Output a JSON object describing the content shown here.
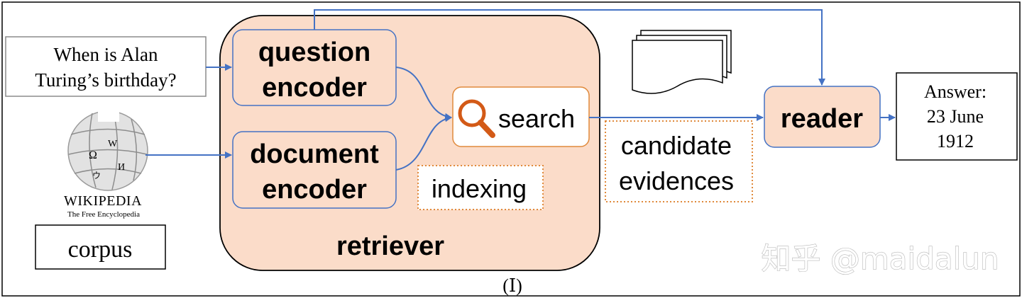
{
  "question_box": {
    "line1": "When is Alan",
    "line2": "Turing’s birthday?"
  },
  "wikipedia_logo": {
    "wordmark": "WIKIPEDIA",
    "tagline": "The Free Encyclopedia"
  },
  "corpus_label": "corpus",
  "retriever": {
    "label": "retriever",
    "question_encoder": {
      "line1": "question",
      "line2": "encoder"
    },
    "document_encoder": {
      "line1": "document",
      "line2": "encoder"
    },
    "search_label": "search",
    "indexing_label": "indexing"
  },
  "candidate_evidences": {
    "line1": "candidate",
    "line2": "evidences"
  },
  "reader_label": "reader",
  "answer_box": {
    "line1": "Answer:",
    "line2": "23 June",
    "line3": "1912"
  },
  "caption": "(Ⅰ)",
  "watermark": "知乎 @maidalun",
  "colors": {
    "retriever_fill": "#fbdcc9",
    "component_fill": "#fbdcc9",
    "arrow_blue": "#4472c4",
    "search_icon": "#d35a17",
    "dotted_orange": "#e08a3c"
  }
}
